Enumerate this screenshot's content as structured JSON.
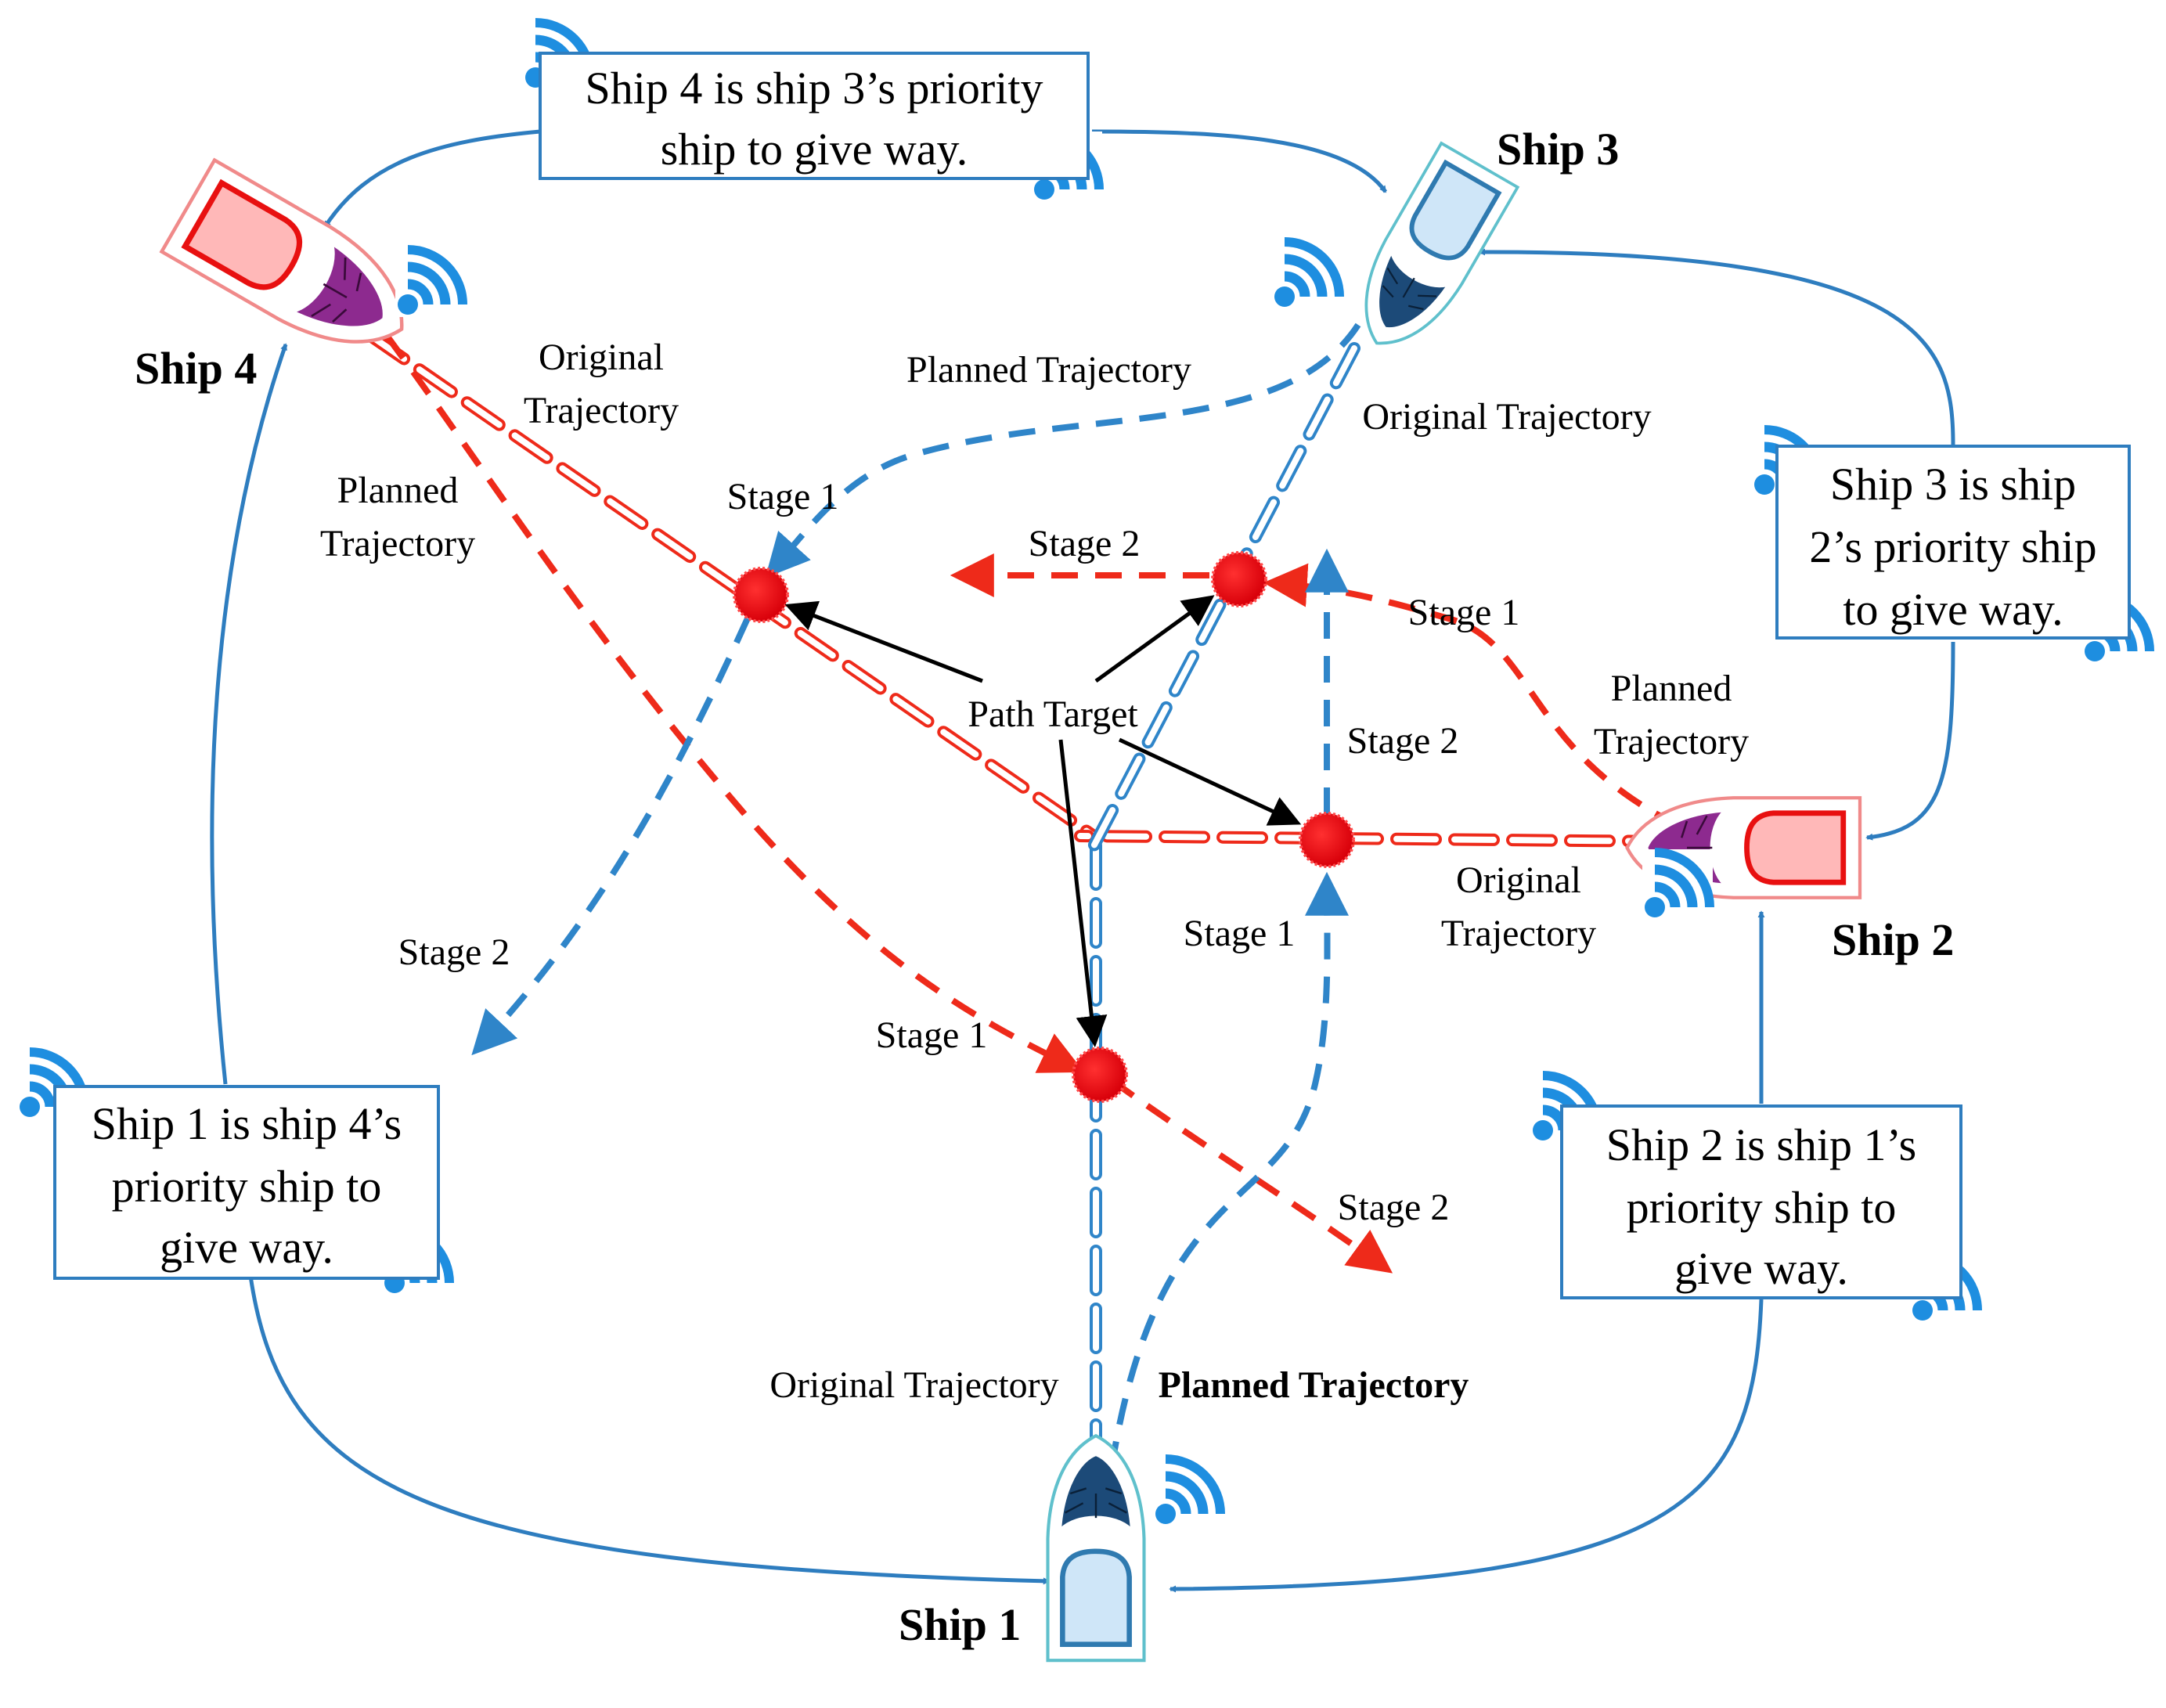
{
  "ships": {
    "ship1": "Ship 1",
    "ship2": "Ship 2",
    "ship3": "Ship 3",
    "ship4": "Ship 4"
  },
  "boxes": {
    "top": [
      "Ship 4 is ship 3’s priority",
      "ship to give way."
    ],
    "right": [
      "Ship 3 is ship",
      "2’s priority ship",
      "to give way."
    ],
    "bottom_right": [
      "Ship 2 is ship 1’s",
      "priority ship to",
      "give way."
    ],
    "bottom_left": [
      "Ship 1 is ship 4’s",
      "priority ship to",
      "give way."
    ]
  },
  "labels": {
    "path_target": "Path Target",
    "original_trajectory": "Original Trajectory",
    "planned_trajectory": "Planned Trajectory",
    "original": "Original",
    "planned": "Planned",
    "trajectory": "Trajectory",
    "stage1": "Stage 1",
    "stage2": "Stage 2"
  },
  "colors": {
    "blue_link": "#2e7dbf",
    "blue_trajectory": "#2f85c9",
    "red_trajectory": "#ee2a1a",
    "target_dot": "#e8000b",
    "wifi": "#1e8ee0",
    "ship_red_hull": "#f08a8a",
    "ship_blue_hull": "#5fc0cc"
  },
  "icons": [
    "wifi-signal-icon",
    "ship-icon",
    "target-dot-icon",
    "arrow-icon"
  ]
}
